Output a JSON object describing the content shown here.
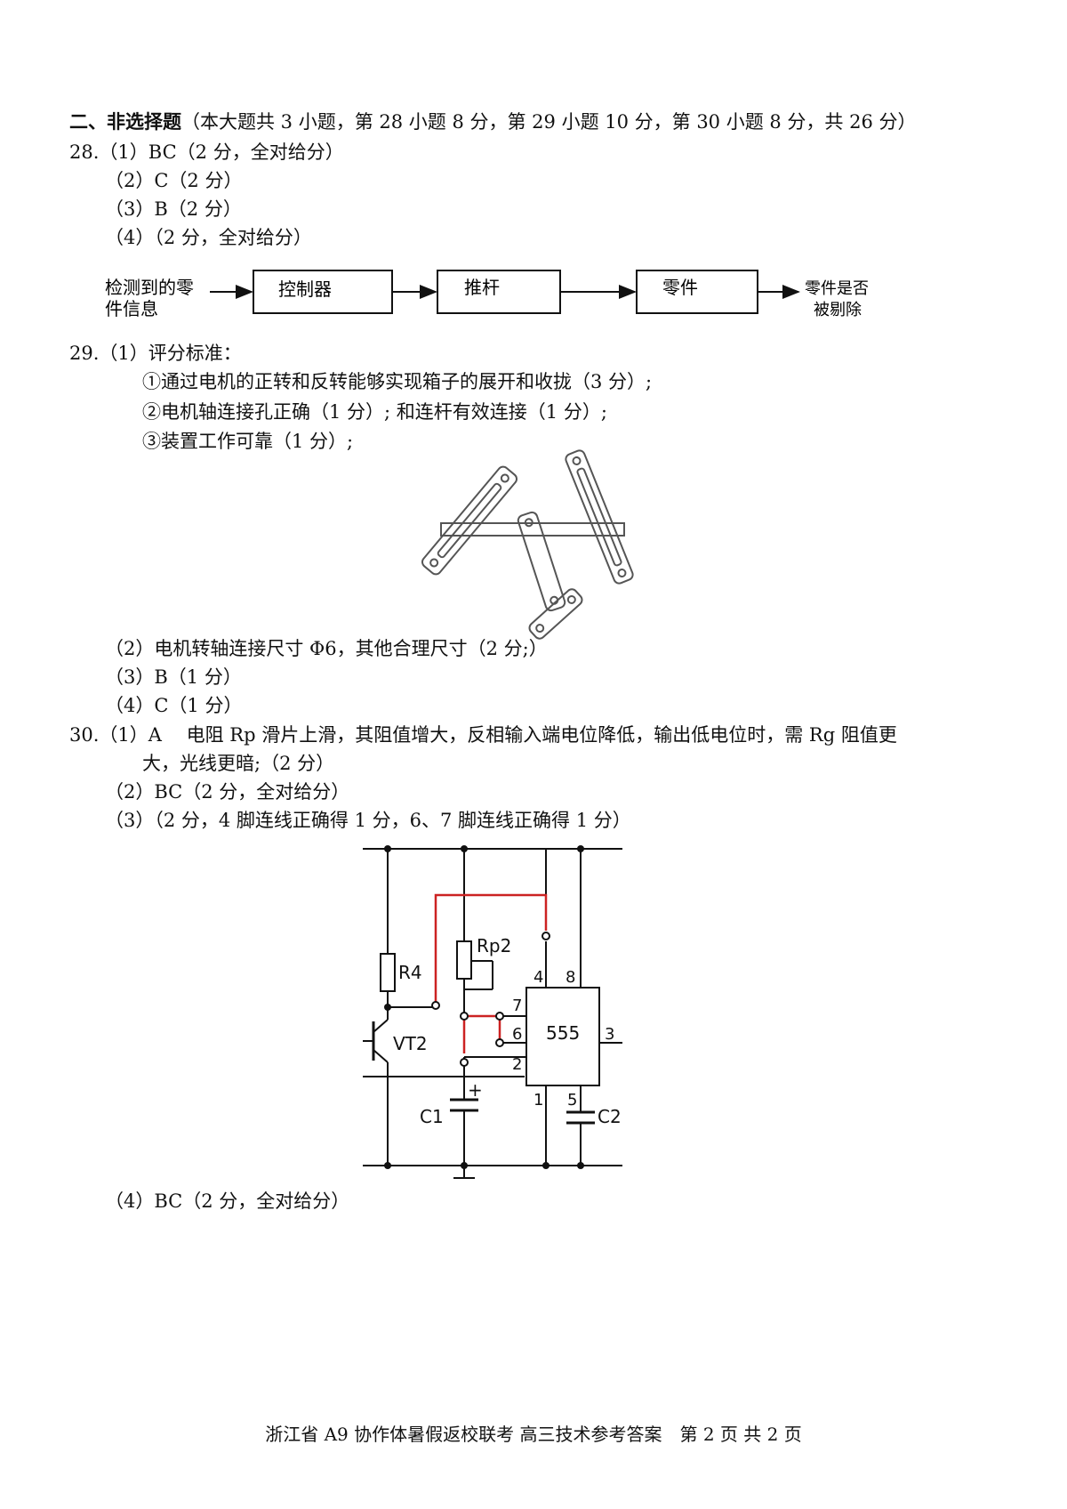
{
  "section": {
    "heading": "二、非选择题",
    "heading_note": "（本大题共 3 小题，第 28 小题 8 分，第 29 小题 10 分，第 30 小题 8 分，共 26 分）"
  },
  "q28": {
    "number": "28.",
    "a1": "（1）BC（2 分，全对给分）",
    "a2": "（2）C（2 分）",
    "a3": "（3）B（2 分）",
    "a4": "（4）（2 分，全对给分）",
    "diagram": {
      "input_line1": "检测到的零",
      "input_line2": "件信息",
      "box1": "控制器",
      "box2": "推杆",
      "box3": "零件",
      "output_line1": "零件是否",
      "output_line2": "被剔除"
    }
  },
  "q29": {
    "number": "29.",
    "a1_title": "（1）评分标准：",
    "c1": "①通过电机的正转和反转能够实现箱子的展开和收拢（3 分）;",
    "c2": "②电机轴连接孔正确（1 分）; 和连杆有效连接（1 分）;",
    "c3": "③装置工作可靠（1 分）;",
    "a2": "（2）电机转轴连接尺寸 Φ6，其他合理尺寸（2 分;）",
    "a3": "（3）B（1 分）",
    "a4": "（4）C（1 分）"
  },
  "q30": {
    "number": "30.",
    "a1_line1": "（1）A　 电阻 Rp 滑片上滑，其阻值增大，反相输入端电位降低，输出低电位时，需 Rg 阻值更",
    "a1_line2": "大，光线更暗;（2 分）",
    "a2": "（2）BC（2 分，全对给分）",
    "a3": "（3）（2 分，4 脚连线正确得 1 分，6、7 脚连线正确得 1 分）",
    "a4": "（4）BC（2 分，全对给分）",
    "circuit": {
      "r4": "R4",
      "rp2": "Rp2",
      "vt2": "VT2",
      "c1": "C1",
      "c2": "C2",
      "plus": "+",
      "chip": "555",
      "pin4": "4",
      "pin8": "8",
      "pin7": "7",
      "pin6": "6",
      "pin2": "2",
      "pin3": "3",
      "pin1": "1",
      "pin5": "5",
      "wire_color": "#cc2222"
    }
  },
  "footer": "浙江省 A9 协作体暑假返校联考 高三技术参考答案　第 2 页 共 2 页"
}
